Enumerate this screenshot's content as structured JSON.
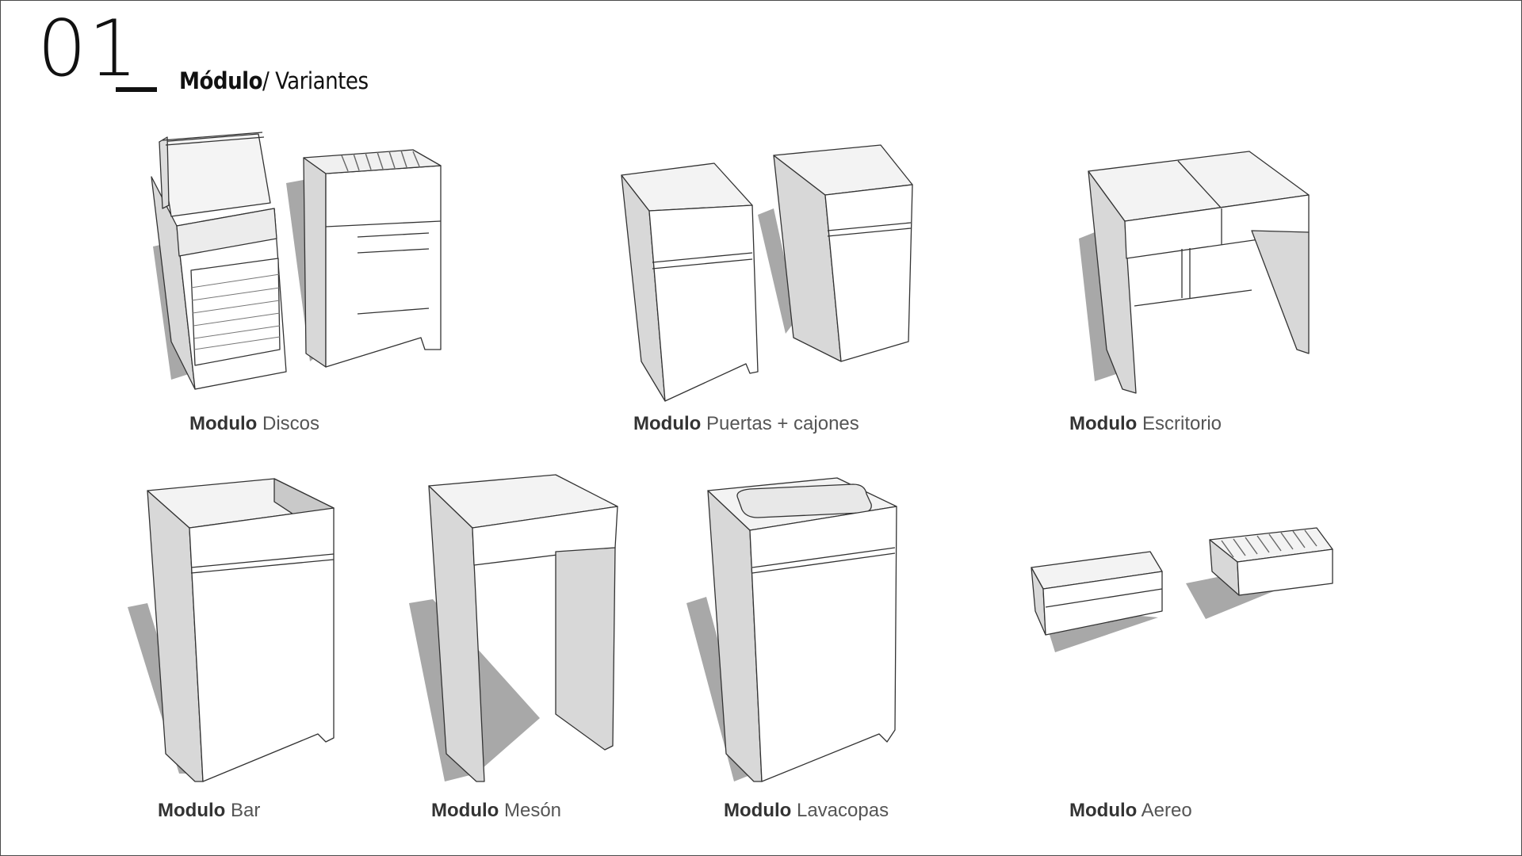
{
  "header": {
    "number": "01",
    "title_bold": "Módulo",
    "title_rest": "/ Variantes"
  },
  "modules": [
    {
      "bold": "Modulo",
      "name": "Discos"
    },
    {
      "bold": "Modulo",
      "name": "Puertas + cajones"
    },
    {
      "bold": "Modulo",
      "name": "Escritorio"
    },
    {
      "bold": "Modulo",
      "name": "Bar"
    },
    {
      "bold": "Modulo",
      "name": "Mesón"
    },
    {
      "bold": "Modulo",
      "name": "Lavacopas"
    },
    {
      "bold": "Modulo",
      "name": "Aereo"
    }
  ],
  "colors": {
    "line": "#333333",
    "face": "#ffffff",
    "side": "#d8d8d8",
    "shadow": "#a8a8a8"
  }
}
